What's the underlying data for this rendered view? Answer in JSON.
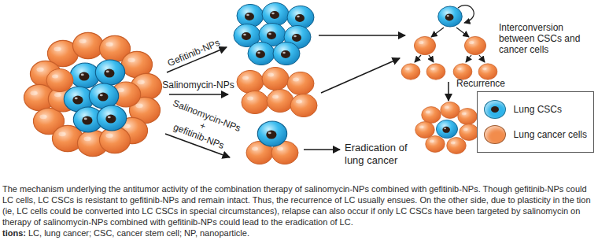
{
  "diagram": {
    "caption": "The mechanism underlying the antitumor activity of the combination therapy of salinomycin-NPs combined with gefitinib-NPs. Though gefitinib-NPs could LC cells, LC CSCs is resistant to gefitinib-NPs and remain intact. Thus, the recurrence of LC usually ensues. On the other side, due to plasticity in the tion (ie, LC cells could be converted into LC CSCs in special circumstances), relapse can also occur if only LC CSCs have been targeted by salinomycin on therapy of salinomycin-NPs combined with gefitinib-NPs could lead to the eradication of LC.",
    "labels": [
      "Gefitinib-NPs",
      "Salinomycin-NPs",
      "Salinomycin-NPs",
      "+",
      "gefitinib-NPs",
      "Interconversion between CSCs and cancer cells",
      "Recurrence",
      "Eradication of lung cancer",
      "tions:",
      "LC, lung cancer; CSC, cancer stem cell; NP, nanoparticle."
    ],
    "legend": [
      {
        "text": "Lung CSCs",
        "color": "#2fb4ea"
      },
      {
        "text": "Lung cancer cells",
        "color": "#f28c4c"
      }
    ]
  }
}
